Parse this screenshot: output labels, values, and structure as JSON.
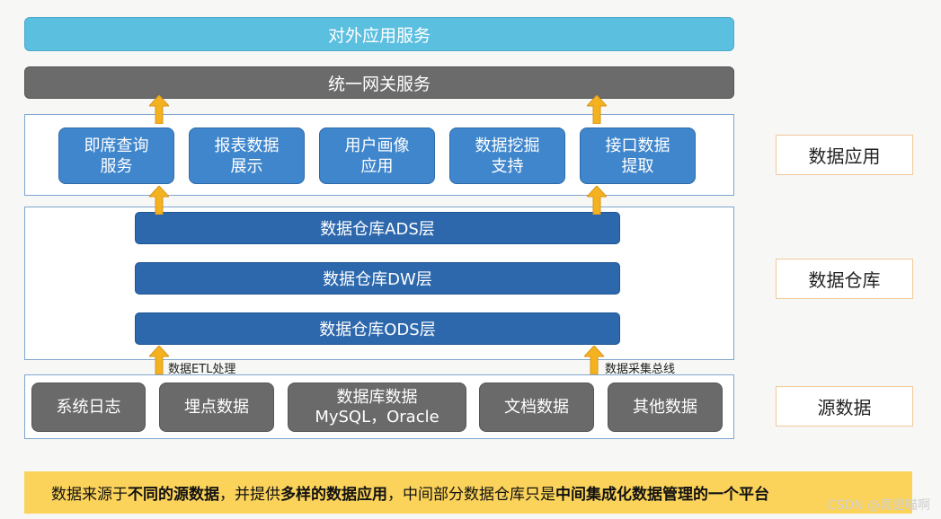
{
  "top_service": {
    "label": "对外应用服务"
  },
  "gateway": {
    "label": "统一网关服务"
  },
  "apps": [
    {
      "line1": "即席查询",
      "line2": "服务"
    },
    {
      "line1": "报表数据",
      "line2": "展示"
    },
    {
      "line1": "用户画像",
      "line2": "应用"
    },
    {
      "line1": "数据挖掘",
      "line2": "支持"
    },
    {
      "line1": "接口数据",
      "line2": "提取"
    }
  ],
  "layers": {
    "ads": "数据仓库ADS层",
    "dw": "数据仓库DW层",
    "ods": "数据仓库ODS层"
  },
  "arrow_labels": {
    "etl": "数据ETL处理",
    "bus": "数据采集总线"
  },
  "sources": [
    {
      "line1": "系统日志",
      "line2": ""
    },
    {
      "line1": "埋点数据",
      "line2": ""
    },
    {
      "line1": "数据库数据",
      "line2": "MySQL，Oracle"
    },
    {
      "line1": "文档数据",
      "line2": ""
    },
    {
      "line1": "其他数据",
      "line2": ""
    }
  ],
  "side_labels": {
    "app": "数据应用",
    "dw": "数据仓库",
    "src": "源数据"
  },
  "footer": {
    "p1": "数据来源于",
    "b1": "不同的源数据",
    "p2": "，并提供",
    "b2": "多样的数据应用",
    "p3": "，中间部分数据仓库只是",
    "b3": "中间集成化数据管理的一个平台"
  },
  "watermark": "CSDN @真是喵啊",
  "colors": {
    "top_service": "#5bbfe0",
    "gateway": "#6b6b6b",
    "app_box": "#3f86cc",
    "layer": "#2d68ad",
    "source_box": "#6a6a6a",
    "arrow": "#f5b21f",
    "footer": "#fbd35a"
  }
}
